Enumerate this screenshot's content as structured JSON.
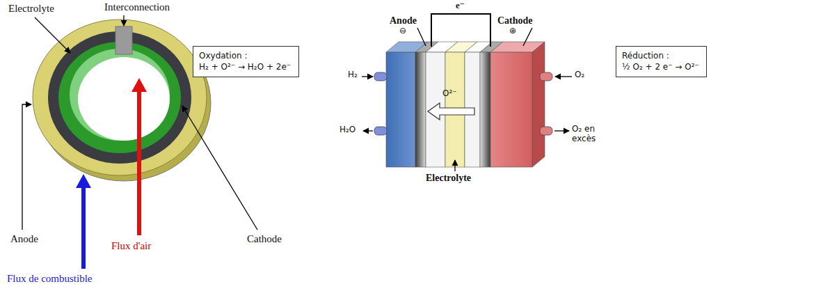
{
  "diagram": {
    "nodes": [
      {
        "text": [
          "Oxydation :",
          "H₂ + O²⁻ → H₂O + 2e⁻"
        ]
      },
      {
        "text": [
          "Réduction :",
          "½ O₂ + 2 e⁻ → O²⁻"
        ]
      }
    ],
    "labels": [
      "Electrolyte",
      "Interconnection",
      "Anode",
      "Flux d'air",
      "Cathode",
      "Flux de combustible",
      "e⁻",
      "Anode",
      "⊖",
      "Cathode",
      "⊕",
      "H₂",
      "H₂O",
      "O²⁻",
      "Electrolyte",
      "O₂",
      "O₂ en excès"
    ]
  }
}
